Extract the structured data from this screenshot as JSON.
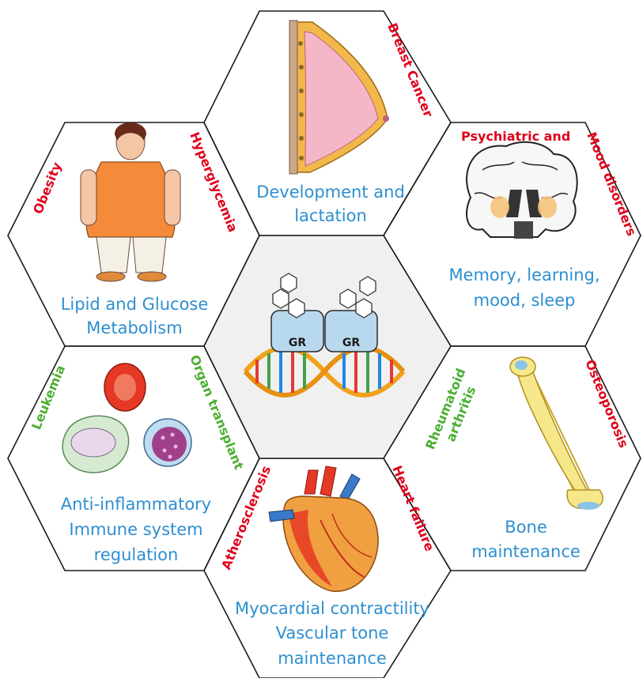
{
  "colors": {
    "function_text": "#2e8fd0",
    "disease_red": "#e0001b",
    "disease_green": "#4caf32",
    "hex_stroke": "#1a1a1a",
    "center_fill": "#f0f0f0"
  },
  "center": {
    "gr_left": "GR",
    "gr_right": "GR",
    "icons": [
      "steroid-molecule-icon",
      "gr-receptor-icon",
      "dna-helix-icon"
    ]
  },
  "hexagons": {
    "top": {
      "function_lines": [
        "Development and",
        "lactation"
      ],
      "diseases": [
        "Breast Cancer"
      ],
      "icon": "breast-tissue-icon"
    },
    "upper_left": {
      "function_lines": [
        "Lipid and Glucose",
        "Metabolism"
      ],
      "diseases": [
        "Obesity",
        "Hyperglycemia"
      ],
      "icon": "obese-person-icon"
    },
    "upper_right": {
      "function_lines": [
        "Memory, learning,",
        "mood, sleep"
      ],
      "diseases": [
        "Psychiatric and",
        "Mood disorders"
      ],
      "icon": "brain-section-icon"
    },
    "lower_left": {
      "function_lines": [
        "Anti-inflammatory",
        "Immune system",
        "regulation"
      ],
      "diseases": [
        "Leukemia",
        "Organ transplant"
      ],
      "icon": "blood-cells-icon"
    },
    "lower_right": {
      "function_lines": [
        "Bone",
        "maintenance"
      ],
      "diseases": [
        "Rheumatoid",
        "arthritis",
        "Osteoporosis"
      ],
      "icon": "bone-icon"
    },
    "bottom": {
      "function_lines": [
        "Myocardial contractility",
        "Vascular tone",
        "maintenance"
      ],
      "diseases": [
        "Atherosclerosis",
        "Heart failure"
      ],
      "icon": "heart-icon"
    }
  }
}
